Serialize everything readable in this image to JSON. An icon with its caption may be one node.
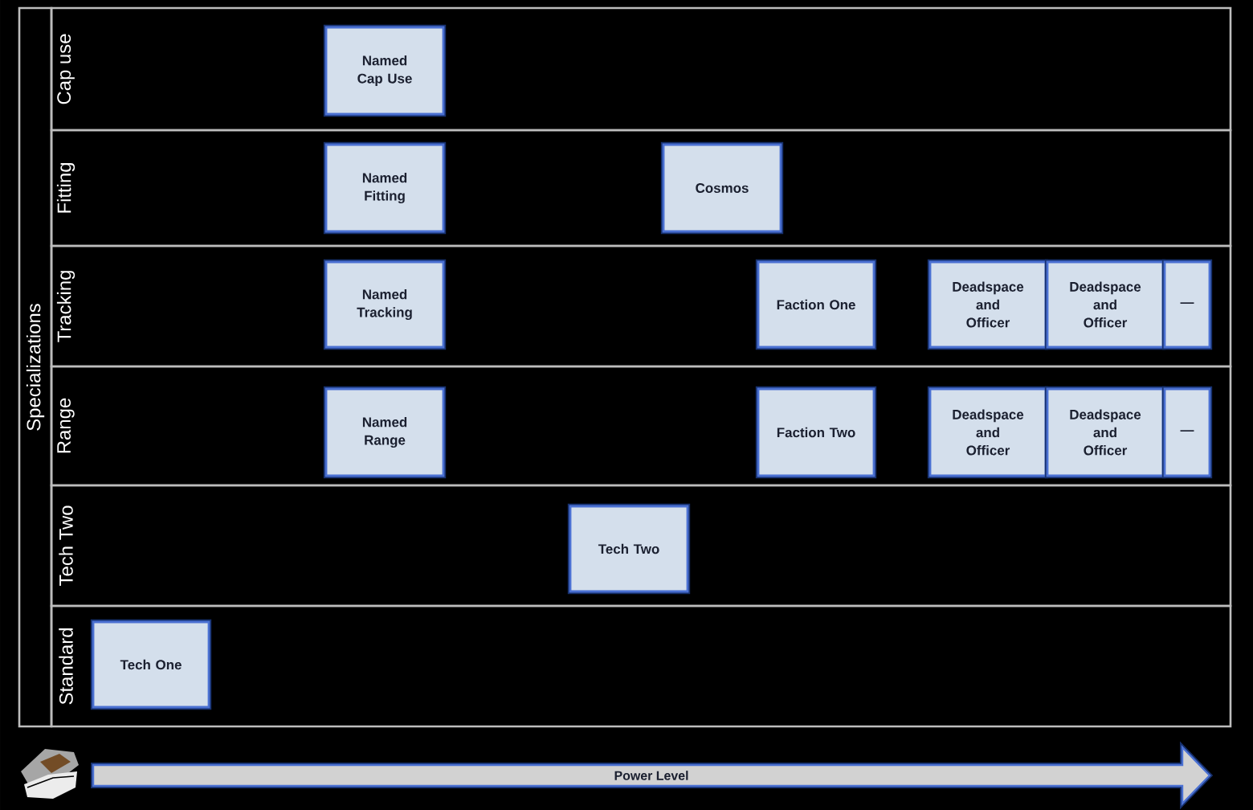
{
  "diagram": {
    "nodes": [
      {
        "text": [
          "Specializations"
        ]
      },
      {
        "text": [
          "Cap use"
        ]
      },
      {
        "text": [
          "Named Cap Use"
        ],
        "in": 1
      },
      {
        "text": [
          "Fitting"
        ]
      },
      {
        "text": [
          "Named Fitting"
        ],
        "in": 3
      },
      {
        "text": [
          "Cosmos"
        ],
        "in": 3
      },
      {
        "text": [
          "Tracking"
        ]
      },
      {
        "text": [
          "Named Tracking"
        ],
        "in": 6
      },
      {
        "text": [
          "Faction One"
        ],
        "in": 6
      },
      {
        "text": [
          "Deadspace and Officer"
        ],
        "in": 6
      },
      {
        "text": [
          "Deadspace and Officer"
        ],
        "in": 6
      },
      {
        "text": [
          "—"
        ],
        "in": 6
      },
      {
        "text": [
          "Range"
        ]
      },
      {
        "text": [
          "Named Range"
        ],
        "in": 12
      },
      {
        "text": [
          "Faction Two"
        ],
        "in": 12
      },
      {
        "text": [
          "Deadspace and Officer"
        ],
        "in": 12
      },
      {
        "text": [
          "Deadspace and Officer"
        ],
        "in": 12
      },
      {
        "text": [
          "—"
        ],
        "in": 12
      },
      {
        "text": [
          "Tech Two"
        ]
      },
      {
        "text": [
          "Tech Two"
        ],
        "in": 18
      },
      {
        "text": [
          "Standard"
        ]
      },
      {
        "text": [
          "Tech One"
        ],
        "in": 20
      },
      {
        "text": [
          "Power Level"
        ]
      }
    ]
  }
}
